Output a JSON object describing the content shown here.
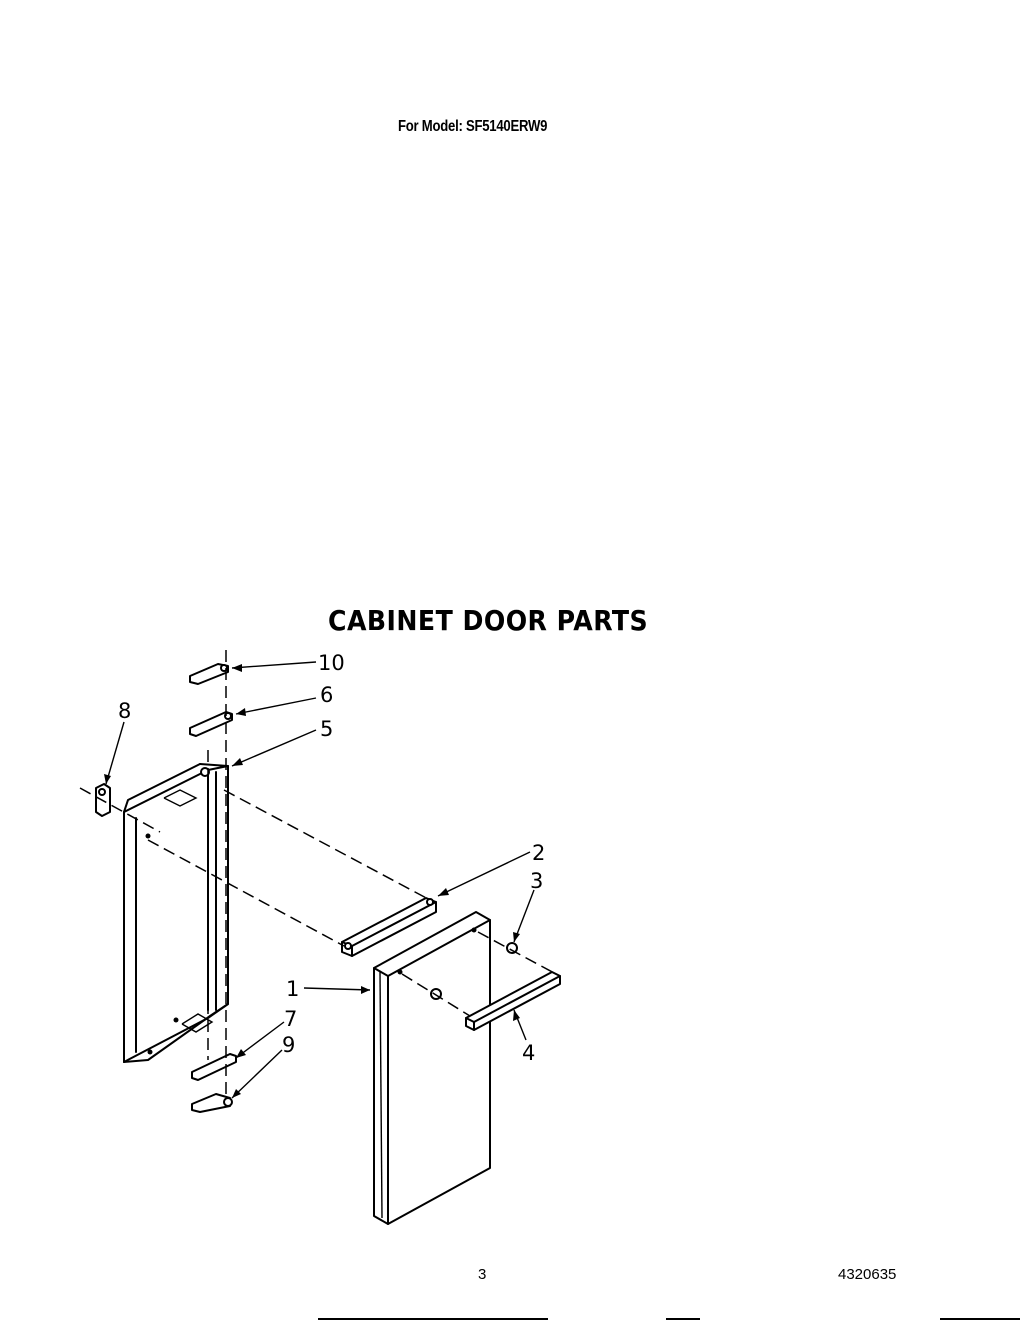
{
  "header": {
    "model_label": "For Model: SF5140ERW9"
  },
  "diagram": {
    "title": "CABINET DOOR PARTS",
    "callouts": [
      "1",
      "2",
      "3",
      "4",
      "5",
      "6",
      "7",
      "8",
      "9",
      "10"
    ]
  },
  "footer": {
    "page_number": "3",
    "document_number": "4320635"
  }
}
